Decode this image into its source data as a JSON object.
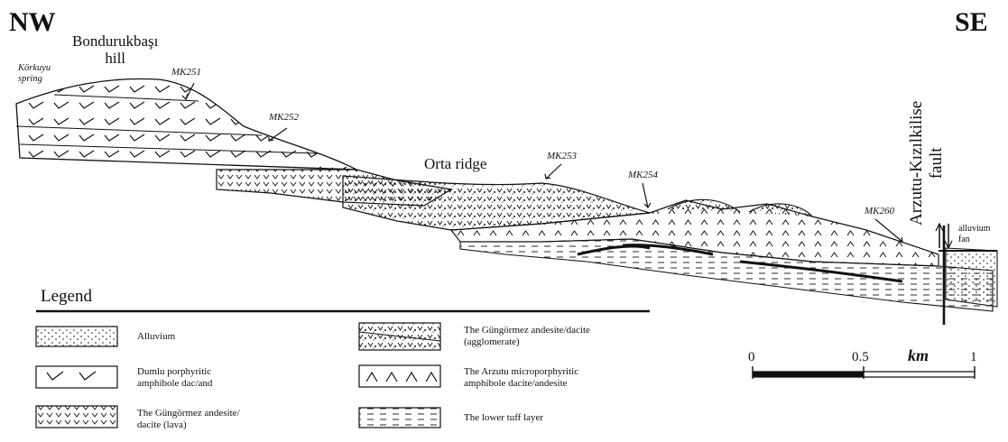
{
  "orientation": {
    "left": "NW",
    "right": "SE"
  },
  "places": {
    "hill": "Bondurukbaşı\nhill",
    "spring": "Körkuyu\nspring",
    "ridge": "Orta ridge",
    "fault": "Arzutu-Kızılkilise\nfault",
    "fan": "alluvium\nfan"
  },
  "samples": [
    "MK251",
    "MK252",
    "MK253",
    "MK254",
    "MK260"
  ],
  "legend": {
    "title": "Legend",
    "items": [
      {
        "pattern": "dots",
        "label": "Alluvium"
      },
      {
        "pattern": "checks",
        "label": "Dumlu porphyritic\namphibole dac/and"
      },
      {
        "pattern": "small-v",
        "label": "The Güngörmez andesite/\ndacite (lava)"
      },
      {
        "pattern": "agglomerate",
        "label": "The Güngörmez andesite/dacite\n(agglomerate)"
      },
      {
        "pattern": "carets",
        "label": "The Arzutu microporphyritic\namphibole dacite/andesite"
      },
      {
        "pattern": "dashes",
        "label": "The lower tuff layer"
      }
    ]
  },
  "scale": {
    "ticks": [
      "0",
      "0.5",
      "1"
    ],
    "unit": "km"
  },
  "colors": {
    "ink": "#111111",
    "paper": "#ffffff"
  }
}
